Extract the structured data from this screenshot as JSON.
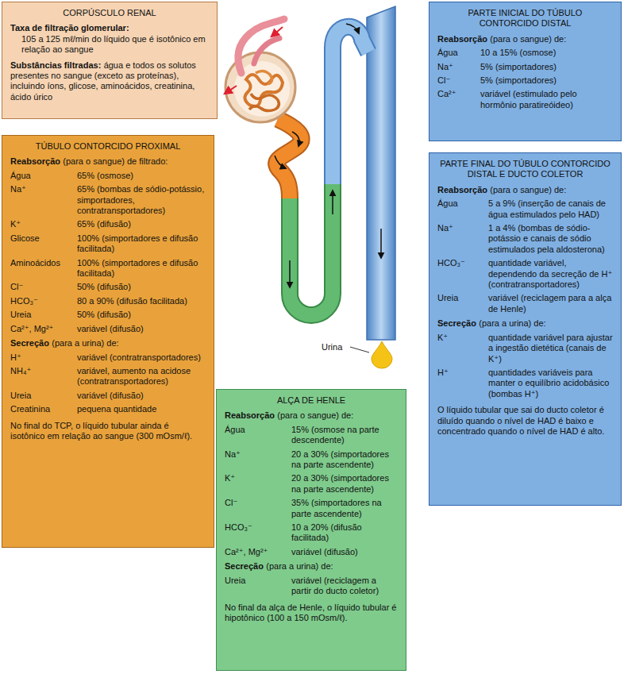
{
  "diagram": {
    "nodes": [
      {
        "text": [
          "CORPÚSCULO RENAL",
          "Taxa de filtração glomerular:",
          "105 a 125 mℓ/min do líquido que é isotônico em relação ao sangue",
          "Substâncias filtradas:",
          "água e todos os solutos presentes no sangue (exceto as proteínas), incluindo íons, glicose, aminoácidos, creatinina, ácido úrico"
        ]
      },
      {
        "text": [
          "PARTE INICIAL DO TÚBULO CONTORCIDO DISTAL",
          "Reabsorção",
          "(para o sangue) de:",
          "Água",
          "10 a 15% (osmose)",
          "Na⁺",
          "5% (simportadores)",
          "Cl⁻",
          "5% (simportadores)",
          "Ca²⁺",
          "variável (estimulado pelo hormônio paratireóideo)"
        ]
      },
      {
        "text": [
          "TÚBULO CONTORCIDO PROXIMAL",
          "Reabsorção",
          "(para o sangue) de filtrado:",
          "Água",
          "65% (osmose)",
          "Na⁺",
          "65% (bombas de sódio-potássio, simportadores, contratransportadores)",
          "K⁺",
          "65% (difusão)",
          "Glicose",
          "100% (simportadores e difusão facilitada)",
          "Aminoácidos",
          "100% (simportadores e difusão facilitada)",
          "Cl⁻",
          "50% (difusão)",
          "HCO₃⁻",
          "80 a 90% (difusão facilitada)",
          "Ureia",
          "50% (difusão)",
          "Ca²⁺, Mg²⁺",
          "variável (difusão)",
          "Secreção",
          "(para a urina) de:",
          "H⁺",
          "variável (contratransportadores)",
          "NH₄⁺",
          "variável, aumento na acidose (contratransportadores)",
          "Ureia",
          "variável (difusão)",
          "Creatinina",
          "pequena quantidade",
          "No final do TCP, o líquido tubular ainda é isotônico em relação ao sangue (300 mOsm/ℓ)."
        ]
      },
      {
        "text": [
          "PARTE FINAL DO TÚBULO CONTORCIDO DISTAL E DUCTO COLETOR",
          "Reabsorção",
          "(para o sangue) de:",
          "Água",
          "5 a 9% (inserção de canais de água estimulados pelo HAD)",
          "Na⁺",
          "1 a 4% (bombas de sódio-potássio e canais de sódio estimulados pela aldosterona)",
          "HCO₃⁻",
          "quantidade variável, dependendo da secreção de H⁺ (contratransportadores)",
          "Ureia",
          "variável (reciclagem para a alça de Henle)",
          "Secreção",
          "(para a urina) de:",
          "K⁺",
          "quantidade variável para ajustar a ingestão dietética (canais de K⁺)",
          "H⁺",
          "quantidades variáveis para manter o equilíbrio acidobásico (bombas H⁺)",
          "O líquido tubular que sai do ducto coletor é diluído quando o nível de HAD é baixo e concentrado quando o nível de HAD é alto."
        ]
      },
      {
        "text": [
          "ALÇA DE HENLE",
          "Reabsorção",
          "(para o sangue) de:",
          "Água",
          "15% (osmose na parte descendente)",
          "Na⁺",
          "20 a 30% (simportadores na parte ascendente)",
          "K⁺",
          "20 a 30% (simportadores na parte ascendente)",
          "Cl⁻",
          "35% (simportadores na parte ascendente)",
          "HCO₃⁻",
          "10 a 20% (difusão facilitada)",
          "Ca²⁺, Mg²⁺",
          "variável (difusão)",
          "Secreção",
          "(para a urina) de:",
          "Ureia",
          "variável (reciclagem a partir do ducto coletor)",
          "No final da alça de Henle, o líquido tubular é hipotônico (100 a 150 mOsm/ℓ)."
        ]
      }
    ],
    "labels": [
      "Urina"
    ]
  }
}
